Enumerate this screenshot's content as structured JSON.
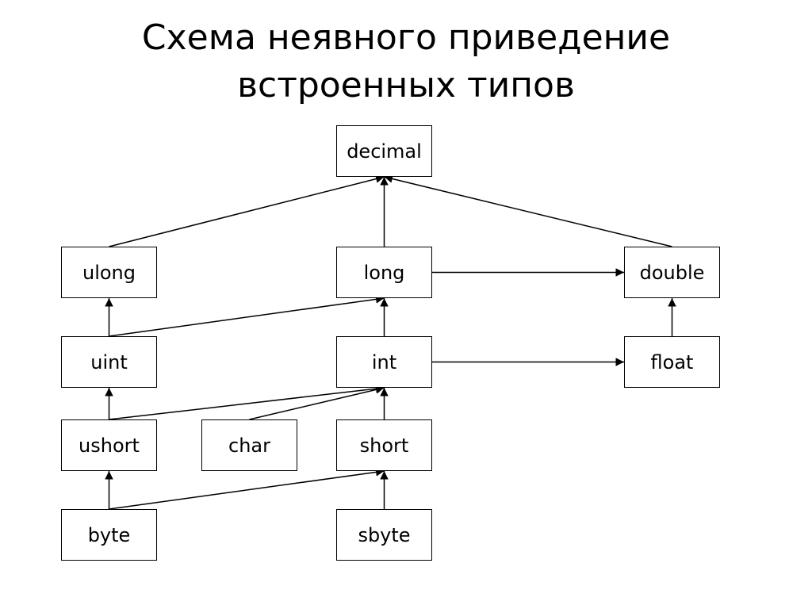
{
  "title": {
    "line1": "Схема неявного приведение",
    "line2": "встроенных типов"
  },
  "nodes": {
    "decimal": "decimal",
    "ulong": "ulong",
    "long": "long",
    "double": "double",
    "uint": "uint",
    "int": "int",
    "float": "float",
    "ushort": "ushort",
    "char": "char",
    "short": "short",
    "byte": "byte",
    "sbyte": "sbyte"
  },
  "edges": [
    {
      "from": "ulong",
      "to": "decimal"
    },
    {
      "from": "long",
      "to": "decimal"
    },
    {
      "from": "double",
      "to": "decimal"
    },
    {
      "from": "long",
      "to": "double"
    },
    {
      "from": "uint",
      "to": "ulong"
    },
    {
      "from": "uint",
      "to": "long"
    },
    {
      "from": "int",
      "to": "long"
    },
    {
      "from": "int",
      "to": "float"
    },
    {
      "from": "float",
      "to": "double"
    },
    {
      "from": "ushort",
      "to": "uint"
    },
    {
      "from": "ushort",
      "to": "int"
    },
    {
      "from": "char",
      "to": "int"
    },
    {
      "from": "short",
      "to": "int"
    },
    {
      "from": "byte",
      "to": "ushort"
    },
    {
      "from": "byte",
      "to": "short"
    },
    {
      "from": "sbyte",
      "to": "short"
    }
  ]
}
